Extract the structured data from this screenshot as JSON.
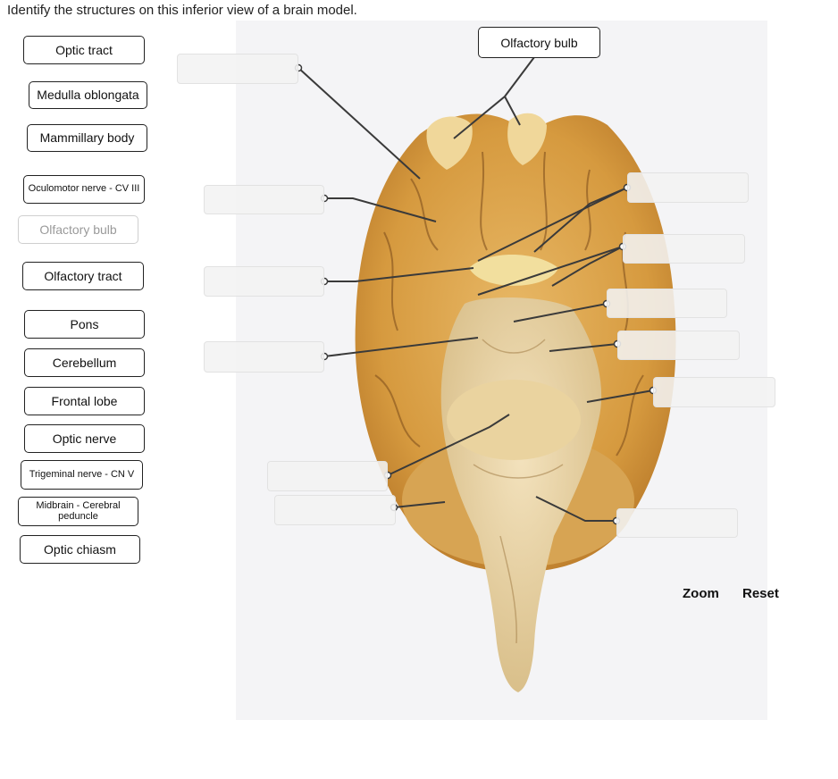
{
  "instructions": "Identify the structures on this inferior view of a brain model.",
  "label_bank": [
    {
      "text": "Optic tract",
      "used": false
    },
    {
      "text": "Medulla oblongata",
      "used": false
    },
    {
      "text": "Mammillary body",
      "used": false
    },
    {
      "text": "Oculomotor nerve - CV III",
      "used": false
    },
    {
      "text": "Olfactory bulb",
      "used": true
    },
    {
      "text": "Olfactory tract",
      "used": false
    },
    {
      "text": "Pons",
      "used": false
    },
    {
      "text": "Cerebellum",
      "used": false
    },
    {
      "text": "Frontal lobe",
      "used": false
    },
    {
      "text": "Optic nerve",
      "used": false
    },
    {
      "text": "Trigeminal nerve - CN V",
      "used": false
    },
    {
      "text": "Midbrain - Cerebral peduncle",
      "used": false
    },
    {
      "text": "Optic chiasm",
      "used": false
    }
  ],
  "placed_labels": [
    {
      "text": "Olfactory bulb"
    }
  ],
  "controls": {
    "zoom": "Zoom",
    "reset": "Reset"
  },
  "colors": {
    "border": "#222222",
    "target_fill": "#f2f2f2",
    "leader_line": "#3a3a3a",
    "brain_tan": "#d9a24a"
  }
}
